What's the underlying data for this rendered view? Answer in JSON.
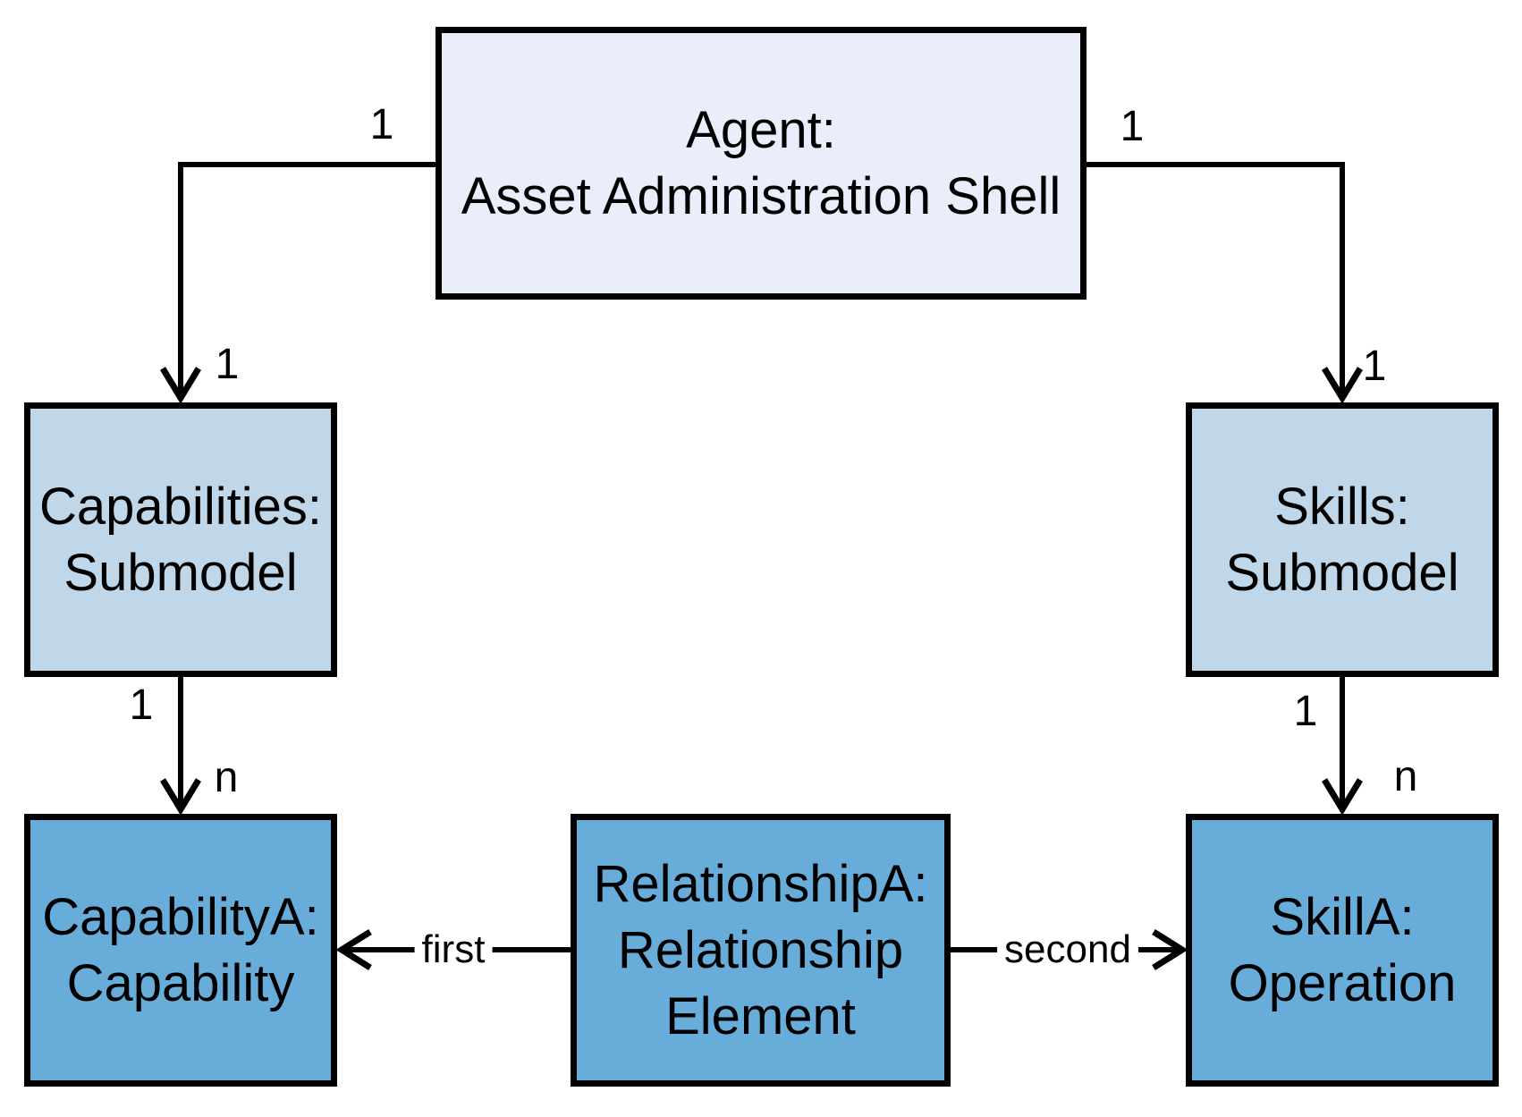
{
  "diagram": {
    "title": "Agent capability-skill relationship diagram",
    "colors": {
      "agent_fill": "#EAEEFA",
      "submodel_fill": "#BFD7E8",
      "element_fill": "#68ACD9",
      "line_color": "#000000",
      "background": "#FFFFFF"
    },
    "nodes": {
      "agent": {
        "label": "Agent:\nAsset Administration Shell"
      },
      "capabilities": {
        "label": "Capabilities:\nSubmodel"
      },
      "skills": {
        "label": "Skills:\nSubmodel"
      },
      "capabilityA": {
        "label": "CapabilityA:\nCapability"
      },
      "relationshipA": {
        "label": "RelationshipA:\nRelationship\nElement"
      },
      "skillA": {
        "label": "SkillA:\nOperation"
      }
    },
    "edges": {
      "agent_to_capabilities": {
        "source_label": "1",
        "target_label": "1"
      },
      "agent_to_skills": {
        "source_label": "1",
        "target_label": "1"
      },
      "capabilities_to_capabilityA": {
        "source_label": "1",
        "target_label": "n"
      },
      "skills_to_skillA": {
        "source_label": "1",
        "target_label": "n"
      },
      "relationshipA_to_capabilityA": {
        "label": "first"
      },
      "relationshipA_to_skillA": {
        "label": "second"
      }
    }
  }
}
